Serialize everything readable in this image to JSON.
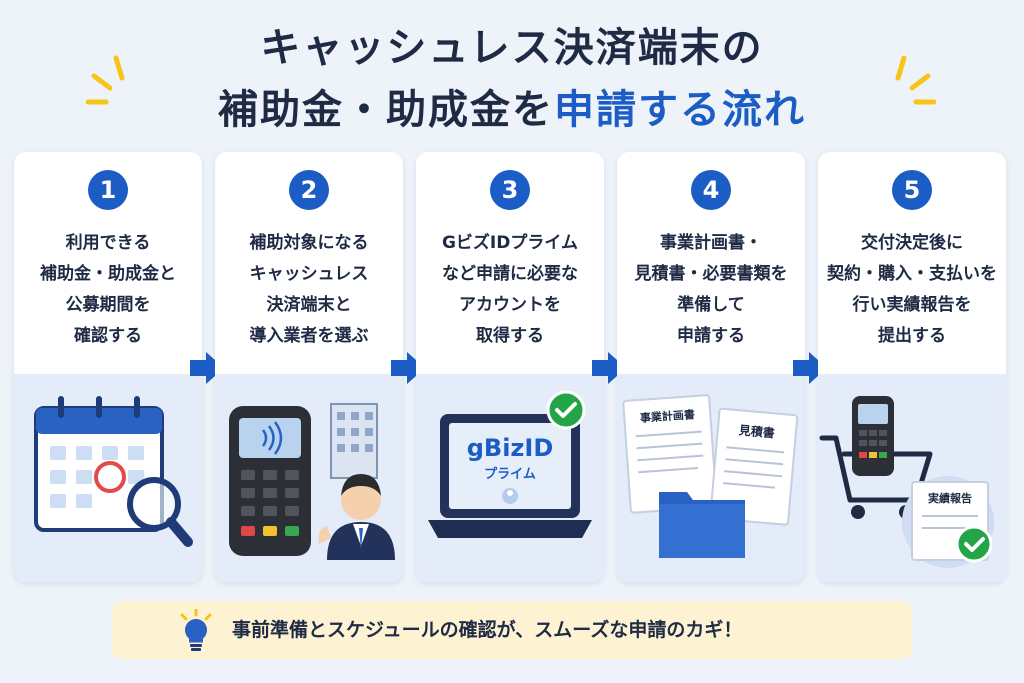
{
  "title": {
    "line1": "キャッシュレス決済端末の",
    "line2_main": "補助金・助成金を",
    "line2_accent": "申請する流れ"
  },
  "colors": {
    "accent": "#1b5dc4",
    "tip_bg": "#fdf2d2",
    "panel_bg": "#e3ecf8",
    "check": "#22a447",
    "spark": "#f5c518"
  },
  "steps": [
    {
      "number": "1",
      "lines": [
        "利用できる",
        "補助金・助成金と",
        "公募期間を",
        "確認する"
      ],
      "icon": "calendar-search-icon"
    },
    {
      "number": "2",
      "lines": [
        "補助対象になる",
        "キャッシュレス",
        "決済端末と",
        "導入業者を選ぶ"
      ],
      "icon": "payment-terminal-icon"
    },
    {
      "number": "3",
      "lines": [
        "GビズIDプライム",
        "など申請に必要な",
        "アカウントを",
        "取得する"
      ],
      "icon": "laptop-account-icon",
      "screen_text": {
        "line1": "gBizID",
        "line2": "プライム"
      }
    },
    {
      "number": "4",
      "lines": [
        "事業計画書・",
        "見積書・必要書類を",
        "準備して",
        "申請する"
      ],
      "icon": "documents-folder-icon",
      "doc_labels": {
        "plan": "事業計画書",
        "estimate": "見積書"
      }
    },
    {
      "number": "5",
      "lines": [
        "交付決定後に",
        "契約・購入・支払いを",
        "行い実績報告を",
        "提出する"
      ],
      "icon": "cart-report-icon",
      "doc_label": "実績報告"
    }
  ],
  "tip": {
    "text": "事前準備とスケジュールの確認が、スムーズな申請のカギ！",
    "icon": "lightbulb-icon"
  }
}
